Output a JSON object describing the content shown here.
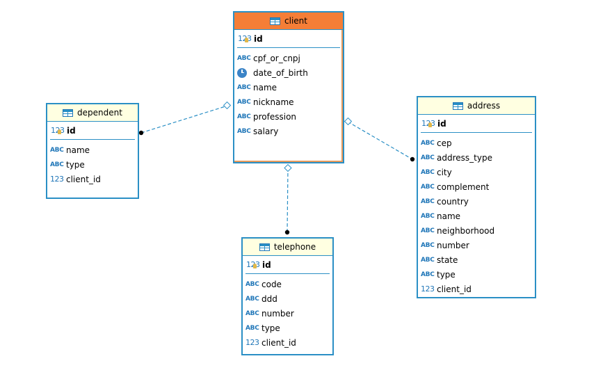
{
  "diagram": {
    "entities": {
      "client": {
        "name": "client",
        "pk": {
          "type": "123",
          "name": "id"
        },
        "columns": [
          {
            "type": "ABC",
            "name": "cpf_or_cnpj"
          },
          {
            "type": "DATE",
            "name": "date_of_birth"
          },
          {
            "type": "ABC",
            "name": "name"
          },
          {
            "type": "ABC",
            "name": "nickname"
          },
          {
            "type": "ABC",
            "name": "profession"
          },
          {
            "type": "ABC",
            "name": "salary"
          }
        ]
      },
      "dependent": {
        "name": "dependent",
        "pk": {
          "type": "123",
          "name": "id"
        },
        "columns": [
          {
            "type": "ABC",
            "name": "name"
          },
          {
            "type": "ABC",
            "name": "type"
          },
          {
            "type": "123",
            "name": "client_id"
          }
        ]
      },
      "telephone": {
        "name": "telephone",
        "pk": {
          "type": "123",
          "name": "id"
        },
        "columns": [
          {
            "type": "ABC",
            "name": "code"
          },
          {
            "type": "ABC",
            "name": "ddd"
          },
          {
            "type": "ABC",
            "name": "number"
          },
          {
            "type": "ABC",
            "name": "type"
          },
          {
            "type": "123",
            "name": "client_id"
          }
        ]
      },
      "address": {
        "name": "address",
        "pk": {
          "type": "123",
          "name": "id"
        },
        "columns": [
          {
            "type": "ABC",
            "name": "cep"
          },
          {
            "type": "ABC",
            "name": "address_type"
          },
          {
            "type": "ABC",
            "name": "city"
          },
          {
            "type": "ABC",
            "name": "complement"
          },
          {
            "type": "ABC",
            "name": "country"
          },
          {
            "type": "ABC",
            "name": "name"
          },
          {
            "type": "ABC",
            "name": "neighborhood"
          },
          {
            "type": "ABC",
            "name": "number"
          },
          {
            "type": "ABC",
            "name": "state"
          },
          {
            "type": "ABC",
            "name": "type"
          },
          {
            "type": "123",
            "name": "client_id"
          }
        ]
      }
    },
    "relationships": [
      {
        "from": "dependent",
        "to": "client"
      },
      {
        "from": "telephone",
        "to": "client"
      },
      {
        "from": "address",
        "to": "client"
      }
    ],
    "colors": {
      "border": "#2a8fc5",
      "header": "#ffffe1",
      "selected_header": "#f57e37",
      "link": "#2a8fc5"
    }
  }
}
